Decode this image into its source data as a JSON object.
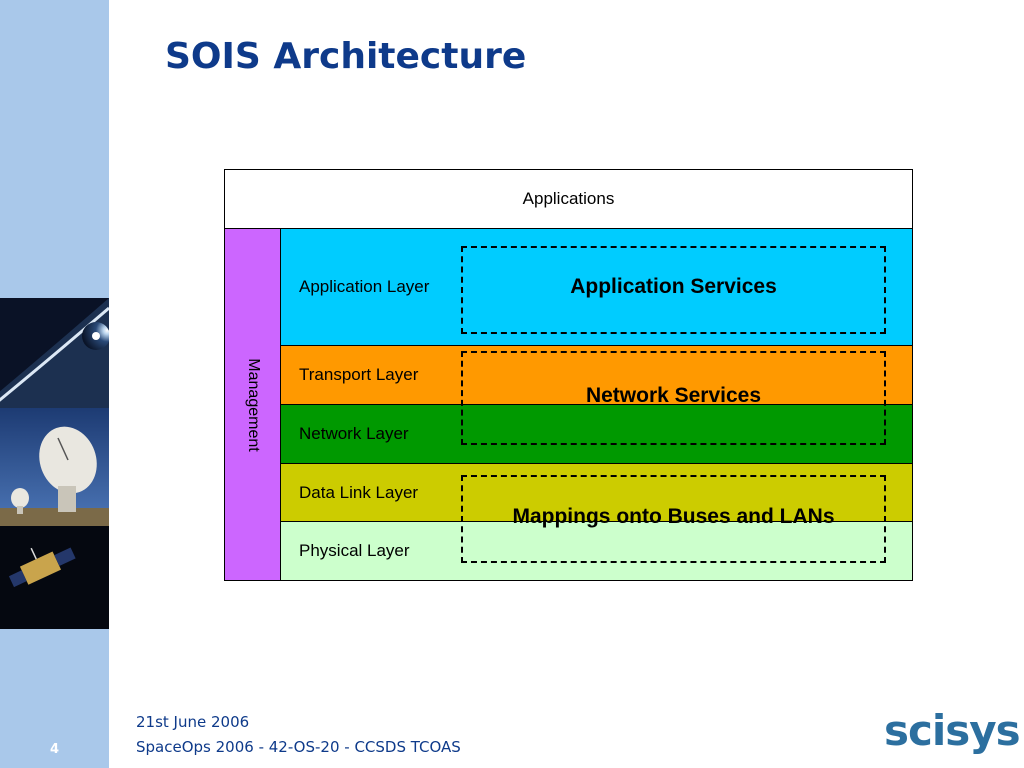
{
  "slide": {
    "title": "SOIS Architecture",
    "page_number": "4"
  },
  "diagram": {
    "applications_label": "Applications",
    "management_label": "Management",
    "layers": [
      {
        "label": "Application Layer",
        "color": "#00ccff"
      },
      {
        "label": "Transport Layer",
        "color": "#ff9900"
      },
      {
        "label": "Network Layer",
        "color": "#009900"
      },
      {
        "label": "Data Link Layer",
        "color": "#cccc00"
      },
      {
        "label": "Physical Layer",
        "color": "#ccffcc"
      }
    ],
    "services": [
      {
        "label": "Application Services"
      },
      {
        "label": "Network Services"
      },
      {
        "label": "Mappings onto Buses and LANs"
      }
    ]
  },
  "footer": {
    "date": "21st June 2006",
    "event": "SpaceOps 2006 - 42-OS-20 - CCSDS TCOAS",
    "logo_text": "scisys"
  },
  "colors": {
    "title": "#0e3a8a",
    "sidebar": "#a9c8ea",
    "management": "#cc66ff",
    "logo": "#2c6f9f"
  },
  "images": [
    {
      "name": "earth-horizon-photo"
    },
    {
      "name": "satellite-dish-photo"
    },
    {
      "name": "spacecraft-photo"
    }
  ]
}
